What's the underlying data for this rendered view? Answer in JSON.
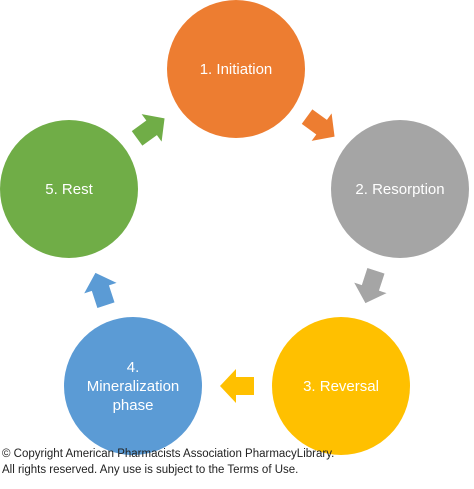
{
  "diagram": {
    "stages": [
      {
        "label": "1. Initiation",
        "color": "#ED7D31"
      },
      {
        "label": "2. Resorption",
        "color": "#A5A5A5"
      },
      {
        "label": "3. Reversal",
        "color": "#FFC000"
      },
      {
        "label_lines": [
          "4.",
          "Mineralization",
          "phase"
        ],
        "color": "#5B9BD5"
      },
      {
        "label": "5. Rest",
        "color": "#70AD47"
      }
    ]
  },
  "footer": {
    "line1": "© Copyright American Pharmacists Association PharmacyLibrary.",
    "line2": "All rights reserved. Any use is subject to the Terms of Use."
  }
}
